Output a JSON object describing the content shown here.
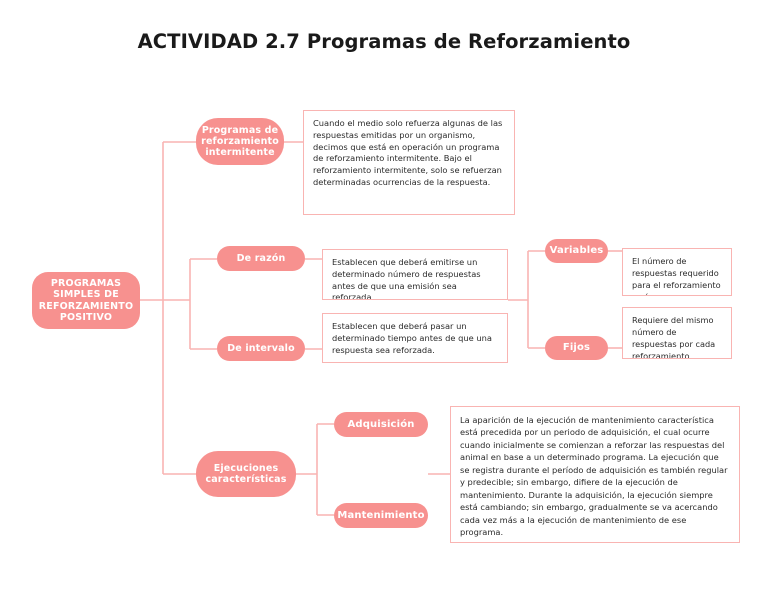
{
  "title": "ACTIVIDAD 2.7 Programas de Reforzamiento",
  "colors": {
    "node_fill": "#f7918f",
    "connector": "#f9b4b2",
    "box_border": "#f9b4b2",
    "node_text": "#ffffff",
    "body_text": "#2b2b2b",
    "title_text": "#1a1a1a",
    "background": "#ffffff"
  },
  "nodes": {
    "root": "PROGRAMAS SIMPLES DE REFORZAMIENTO POSITIVO",
    "intermitente": "Programas de reforzamiento intermitente",
    "de_razon": "De razón",
    "de_intervalo": "De intervalo",
    "variables": "Variables",
    "fijos": "Fijos",
    "ejecuciones": "Ejecuciones características",
    "adquisicion": "Adquisición",
    "mantenimiento": "Mantenimiento"
  },
  "texts": {
    "intermitente_desc": "Cuando el medio solo refuerza algunas de las respuestas emitidas por un organismo, decimos que está en operación un programa de reforzamiento intermitente. Bajo el reforzamiento intermitente, solo se refuerzan determinadas ocurrencias de la respuesta.",
    "razon_desc": "Establecen que deberá emitirse un determinado número de respuestas antes de que una emisión sea reforzada.",
    "intervalo_desc": "Establecen que deberá pasar un determinado tiempo antes de que una respuesta sea reforzada.",
    "variables_desc": "El número de respuestas requerido para el reforzamiento varía",
    "fijos_desc": "Requiere del mismo número de respuestas por cada reforzamiento",
    "ejecuciones_desc": "La aparición de la ejecución de mantenimiento característica está precedida por un periodo de adquisición, el cual ocurre cuando inicialmente se comienzan a reforzar las respuestas del animal en base a un determinado programa.  La ejecución que se registra durante el período de adquisición es también regular y predecible; sin embargo, difiere de la ejecución de mantenimiento. Durante la adquisición, la ejecución siempre está cambiando; sin embargo, gradualmente se va acercando cada vez más a la ejecución de mantenimiento de ese programa."
  }
}
